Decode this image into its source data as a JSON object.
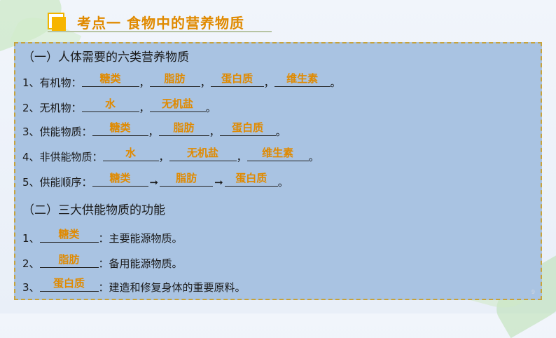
{
  "title": "考点一   食物中的营养物质",
  "section1": {
    "heading": "（一）人体需要的六类营养物质",
    "rows": [
      {
        "label": "1、有机物：",
        "answers": [
          "糖类",
          "脂肪",
          "蛋白质",
          "维生素"
        ]
      },
      {
        "label": "2、无机物：",
        "answers": [
          "水",
          "无机盐"
        ]
      },
      {
        "label": "3、供能物质：",
        "answers": [
          "糖类",
          "脂肪",
          "蛋白质"
        ]
      },
      {
        "label": "4、非供能物质：",
        "answers": [
          "水",
          "无机盐",
          "维生素"
        ]
      },
      {
        "label": "5、供能顺序：",
        "answers": [
          "糖类",
          "脂肪",
          "蛋白质"
        ]
      }
    ]
  },
  "section2": {
    "heading": "（二）三大供能物质的功能",
    "rows": [
      {
        "number": "1、",
        "answer": "糖类",
        "desc": "：主要能源物质。"
      },
      {
        "number": "2、",
        "answer": "脂肪",
        "desc": "：备用能源物质。"
      },
      {
        "number": "3、",
        "answer": "蛋白质",
        "desc": "：建造和修复身体的重要原料。"
      }
    ]
  },
  "punct": {
    "comma": "，",
    "period": "。",
    "arrow": "➞"
  },
  "page_number": "9"
}
